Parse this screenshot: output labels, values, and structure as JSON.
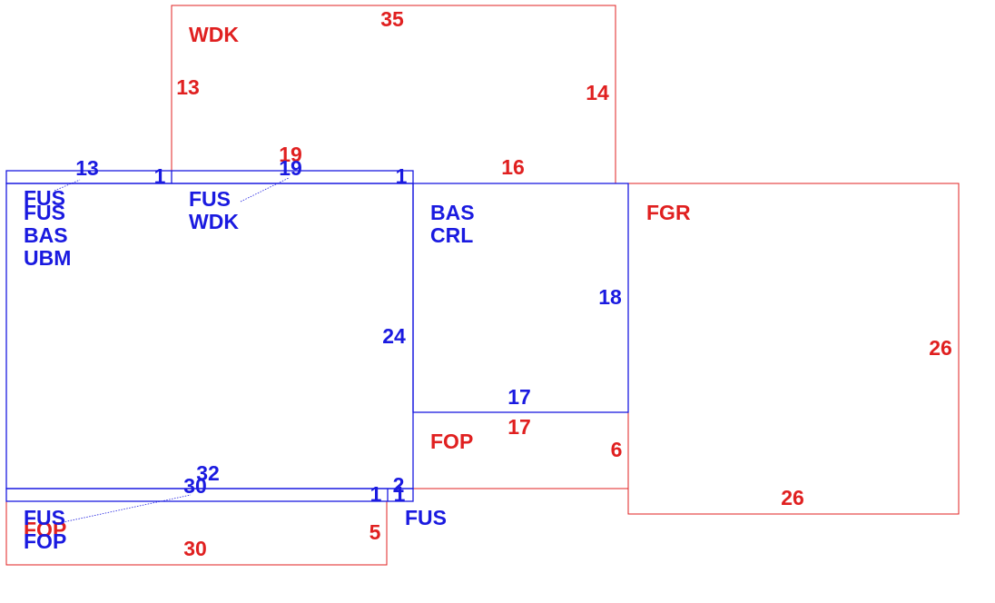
{
  "colors": {
    "red": "#e02020",
    "blue": "#1a1ae0"
  },
  "labels": {
    "wdk_title": "WDK",
    "wdk_top": "35",
    "wdk_left": "13",
    "wdk_right": "14",
    "wdk_bottom": "16",
    "wdk_inner": "19",
    "fgr_title": "FGR",
    "fgr_right": "26",
    "fgr_bottom": "26",
    "fop_mid_title": "FOP",
    "fop_mid_top": "17",
    "fop_mid_right": "6",
    "fop_bottom_title": "FOP",
    "fop_bottom_width": "30",
    "fop_bottom_height": "5",
    "blue_strip_top_left": "13",
    "blue_strip_top_mid": "19",
    "blue_strip_one_a": "1",
    "blue_strip_one_b": "1",
    "main_tl_1": "FUS",
    "main_tl_2": "FUS",
    "main_tl_3": "BAS",
    "main_tl_4": "UBM",
    "main_mid_1": "FUS",
    "main_mid_2": "WDK",
    "main_right": "24",
    "main_bottom_32": "32",
    "main_bottom_30": "30",
    "bas_1": "BAS",
    "bas_2": "CRL",
    "bas_right": "18",
    "bas_bottom": "17",
    "bl_fus": "FUS",
    "bl_fop": "FOP",
    "bs_one": "1",
    "bs_two": "2",
    "bs_one_b": "1",
    "fus_right": "FUS"
  }
}
